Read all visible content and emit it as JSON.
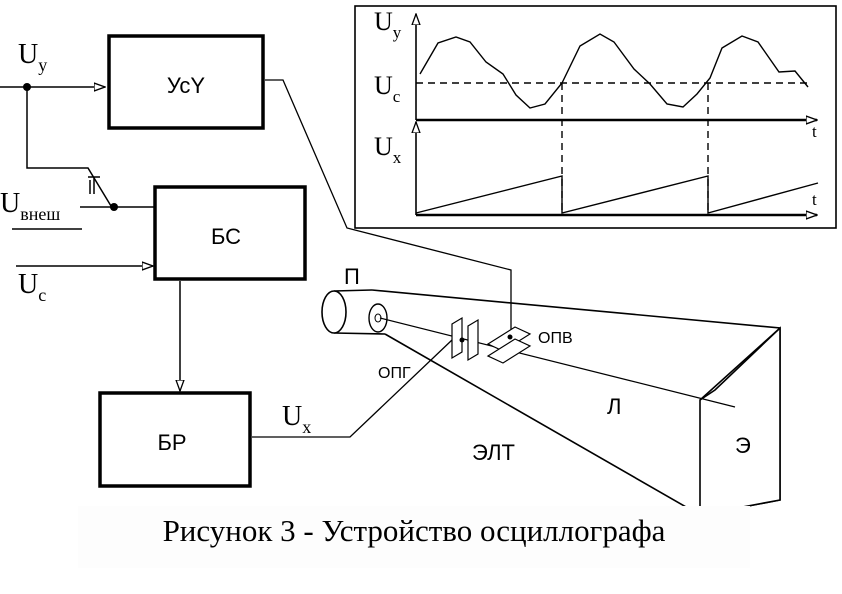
{
  "blocks": {
    "amp_y": "УсY",
    "sync": "БС",
    "sweep": "БР"
  },
  "signals": {
    "uy_main": "U",
    "uy_sub": "y",
    "uext_main": "U",
    "uext_sub": "внеш",
    "uc_main": "U",
    "uc_sub": "c",
    "ux_main": "U",
    "ux_sub": "x"
  },
  "tube": {
    "gun": "П",
    "vertical_plates": "ОПВ",
    "horizontal_plates": "ОПГ",
    "beam": "Л",
    "screen": "Э",
    "crt": "ЭЛТ"
  },
  "inset": {
    "top_axis_main": "U",
    "top_axis_sub": "y",
    "level_main": "U",
    "level_sub": "c",
    "bottom_axis_main": "U",
    "bottom_axis_sub": "x",
    "time_label": "t"
  },
  "caption": "Рисунок 3 - Устройство осциллографа"
}
